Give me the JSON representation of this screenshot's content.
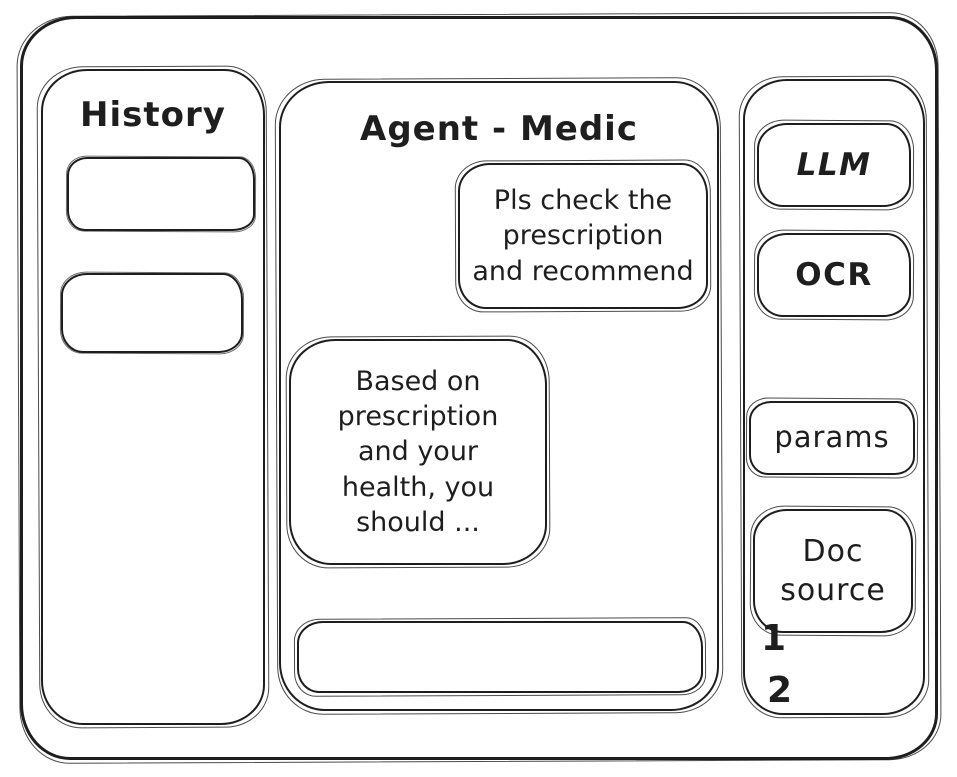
{
  "app": {
    "ink_color": "#1e1e1e",
    "background_color": "#ffffff"
  },
  "left_sidebar": {
    "title": "History",
    "items": [
      {
        "label": ""
      },
      {
        "label": ""
      }
    ]
  },
  "chat": {
    "title": "Agent - Medic",
    "messages": [
      {
        "role": "user",
        "text": "Pls check the\nprescription\nand recommend"
      },
      {
        "role": "assistant",
        "text": "Based on\nprescription\nand your\nhealth, you\nshould ..."
      }
    ],
    "input": {
      "value": "",
      "placeholder": ""
    }
  },
  "right_sidebar": {
    "buttons": [
      {
        "label": "LLM"
      },
      {
        "label": "OCR"
      },
      {
        "label": "params"
      },
      {
        "label": "Doc\nsource"
      }
    ],
    "footnotes": [
      "1",
      "2"
    ]
  }
}
